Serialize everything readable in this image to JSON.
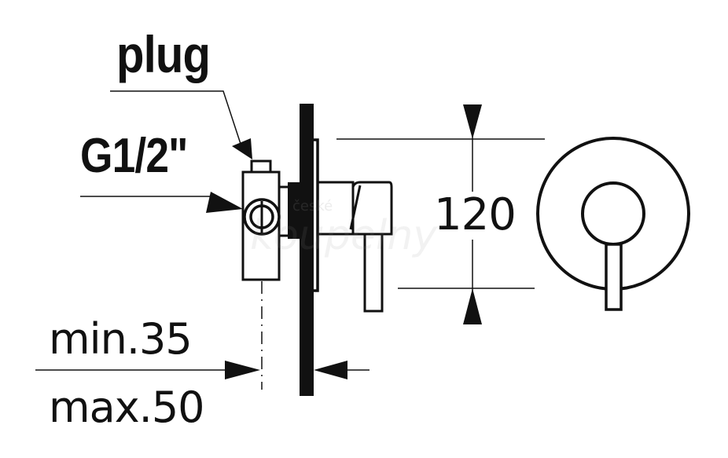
{
  "diagram": {
    "labels": {
      "plug": "plug",
      "thread": "G1/2\"",
      "height_dim": "120",
      "min_depth": "min.35",
      "max_depth": "max.50"
    },
    "watermark": {
      "small": "české",
      "large": "koupelny"
    },
    "colors": {
      "line": "#111111",
      "background": "#ffffff"
    }
  }
}
